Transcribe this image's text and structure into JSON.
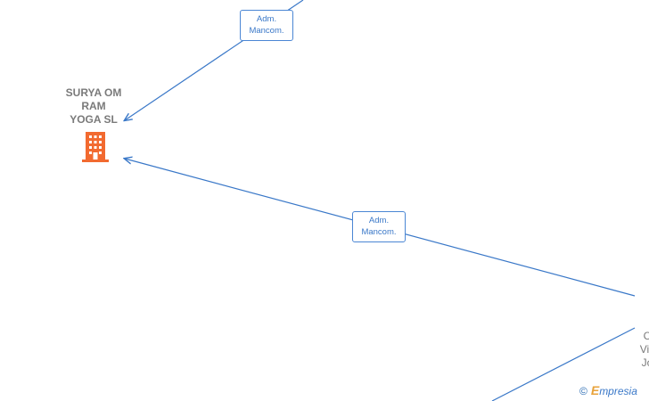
{
  "company": {
    "name": "SURYA OM\nRAM\nYOGA  SL",
    "icon": "building-icon",
    "icon_color": "#f26a30"
  },
  "relations": [
    {
      "line1": "Adm.",
      "line2": "Mancom."
    },
    {
      "line1": "Adm.",
      "line2": "Mancom."
    }
  ],
  "partial_node": {
    "text": "C\nVis\nJo"
  },
  "colors": {
    "edge": "#3a78c8",
    "label_border": "#4a86d4",
    "label_text": "#3a78c8",
    "node_text": "#7a7a7a"
  },
  "watermark": {
    "copyright": "©",
    "brand_initial": "E",
    "brand_rest": "mpresia"
  }
}
